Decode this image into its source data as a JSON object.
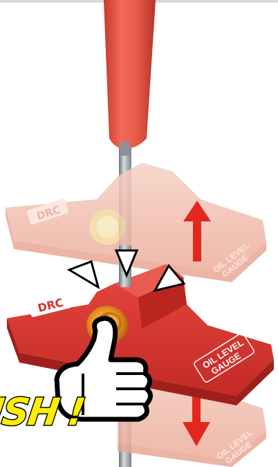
{
  "image": {
    "brand_mark": "DRC",
    "gauge_label_line1": "OIL LEVEL",
    "gauge_label_line2": "GAUGE",
    "callout_text": "PUSH",
    "callout_mark": "!",
    "colors": {
      "tool_red": "#e85a4a",
      "gauge_red": "#d0322f",
      "ghost_pink": "#f3c0b0",
      "rod_grey": "#9aa0a6",
      "button_orange": "#e8901f",
      "arrow_red": "#e3271f",
      "push_yellow": "#ffee00"
    }
  }
}
